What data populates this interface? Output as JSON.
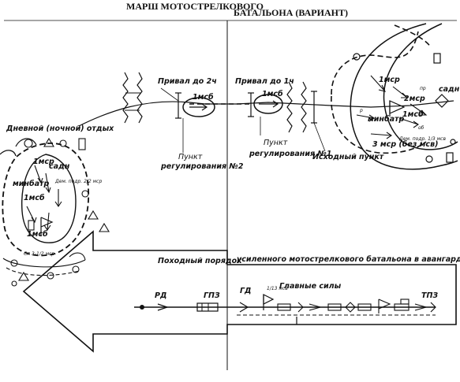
{
  "title_left": "МАРШ МОТОСТРЕЛКОВОГО",
  "title_right": "БАТАЛЬОНА (ВАРИАНТ)",
  "labels": {
    "rest": "Дневной (ночной) отдых",
    "sadn_left": "садн",
    "halt2": "Привал до 2ч",
    "halt1": "Привал до 1ч",
    "msb_left": "1мсб",
    "msb_mid": "1мсб",
    "msb_right": "1мсб",
    "msb_rest": "1мсб",
    "msr_rest": "1мср",
    "minbatr_left": "минбатр",
    "dem_left": "Дем. подр. 2/2 мср",
    "spec_left": "Сп 3-1/2 мср",
    "point2_a": "Пункт",
    "point2_b": "регулирования №2",
    "point1_a": "Пункт",
    "point1_b": "регулирования №1",
    "start_point": "Исходный пункт",
    "msr1_right": "1мср",
    "msr2_right": "2мср",
    "msr3_right": "3 мср (без мсв)",
    "minbatr_right": "минбатр",
    "dem_right": "Дем. подр. 1/3 мсв",
    "sadn_right": "садн",
    "order_a": "Походный порядок",
    "order_b": "усиленного мотострелкового батальона в авангарде",
    "main_forces": "Главные   силы",
    "rd": "РД",
    "gpz": "ГПЗ",
    "gd": "ГД",
    "msv13": "1/13 мсв",
    "tpz": "ТПЗ",
    "small_pr": "пр",
    "small_ob": "об",
    "small_r": "р"
  }
}
